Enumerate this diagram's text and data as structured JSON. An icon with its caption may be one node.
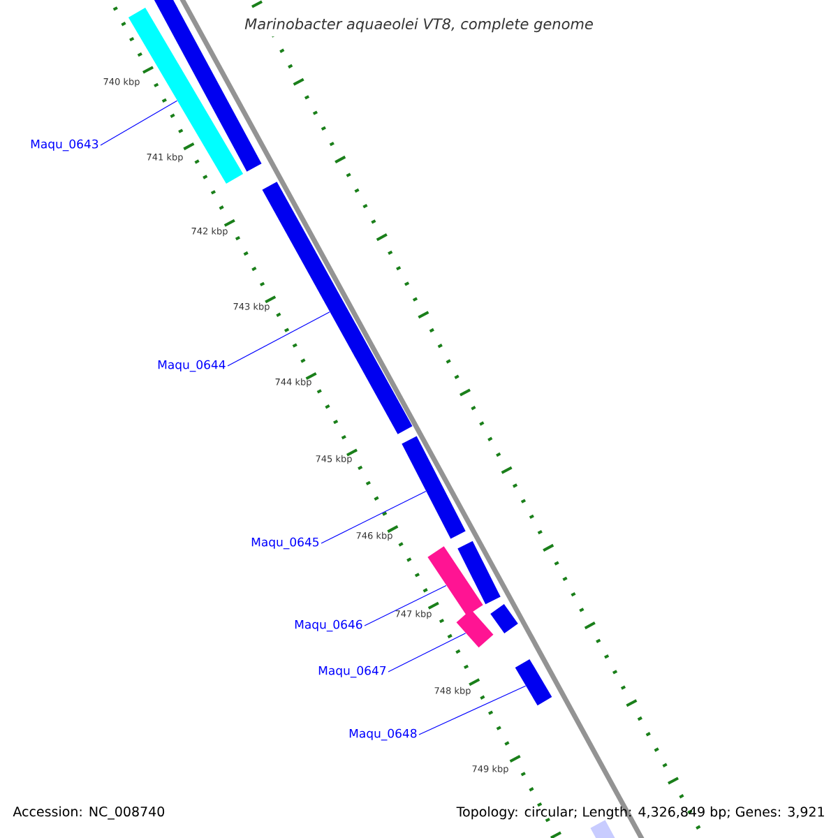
{
  "diagram": {
    "title": "Marinobacter aquaeolei VT8, complete genome",
    "nodes": [
      {
        "text": [
          "Maqu_0643"
        ]
      },
      {
        "text": [
          "Maqu_0644"
        ]
      },
      {
        "text": [
          "Maqu_0645"
        ]
      },
      {
        "text": [
          "Maqu_0646"
        ]
      },
      {
        "text": [
          "Maqu_0647"
        ]
      },
      {
        "text": [
          "Maqu_0648"
        ]
      },
      {
        "text": [],
        "shape": "bar"
      },
      {
        "text": [],
        "shape": "bar"
      },
      {
        "text": [],
        "shape": "bar"
      },
      {
        "text": [],
        "shape": "bar"
      },
      {
        "text": [],
        "shape": "bar"
      },
      {
        "text": [],
        "shape": "bar"
      },
      {
        "text": [],
        "shape": "bar"
      },
      {
        "text": [],
        "shape": "bar"
      },
      {
        "text": [],
        "shape": "bar"
      },
      {
        "text": [],
        "shape": "bar"
      }
    ],
    "edges": [
      {
        "from": 0,
        "to": 6,
        "arrow": "none"
      },
      {
        "from": 1,
        "to": 8,
        "arrow": "none"
      },
      {
        "from": 2,
        "to": 9,
        "arrow": "none"
      },
      {
        "from": 3,
        "to": 10,
        "arrow": "none"
      },
      {
        "from": 4,
        "to": 13,
        "arrow": "none"
      },
      {
        "from": 5,
        "to": 14,
        "arrow": "none"
      }
    ],
    "labels": [
      "740 kbp",
      "741 kbp",
      "742 kbp",
      "743 kbp",
      "744 kbp",
      "745 kbp",
      "746 kbp",
      "747 kbp",
      "748 kbp",
      "749 kbp",
      "Accession: NC_008740",
      "Topology: circular; Length: 4,326,849 bp; Genes: 3,921"
    ]
  }
}
